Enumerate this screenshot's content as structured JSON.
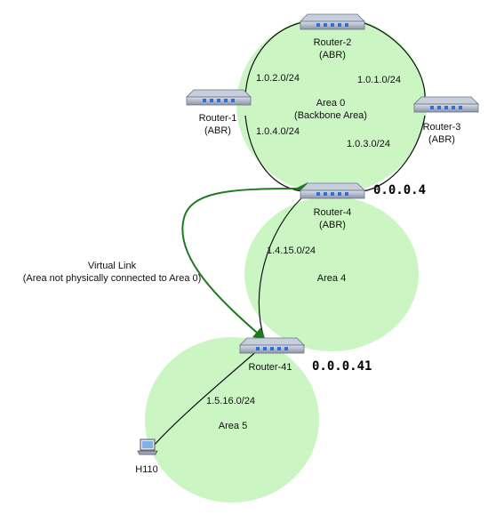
{
  "colors": {
    "area_fill": "#ccf5c4",
    "link": "#111111",
    "virtual_link": "#1f7a1f",
    "router_body": "#9aa3b5",
    "router_top": "#c8cfdc",
    "router_port": "#2f6fd6"
  },
  "areas": {
    "area0": {
      "name": "Area 0",
      "desc": "(Backbone Area)"
    },
    "area4": {
      "name": "Area 4"
    },
    "area5": {
      "name": "Area 5"
    }
  },
  "routers": {
    "r1": {
      "name": "Router-1",
      "role": "(ABR)"
    },
    "r2": {
      "name": "Router-2",
      "role": "(ABR)"
    },
    "r3": {
      "name": "Router-3",
      "role": "(ABR)"
    },
    "r4": {
      "name": "Router-4",
      "role": "(ABR)",
      "router_id": "0.0.0.4"
    },
    "r41": {
      "name": "Router-41",
      "router_id": "0.0.0.41"
    }
  },
  "host": {
    "name": "H110",
    "icon": "laptop-icon"
  },
  "subnets": {
    "r1_r2": "1.0.2.0/24",
    "r2_r3": "1.0.1.0/24",
    "r1_r4": "1.0.4.0/24",
    "r3_r4": "1.0.3.0/24",
    "r4_r41": "1.4.15.0/24",
    "r41_h110": "1.5.16.0/24"
  },
  "virtual_link": {
    "title": "Virtual Link",
    "note": "(Area not physically connected to Area 0)"
  }
}
